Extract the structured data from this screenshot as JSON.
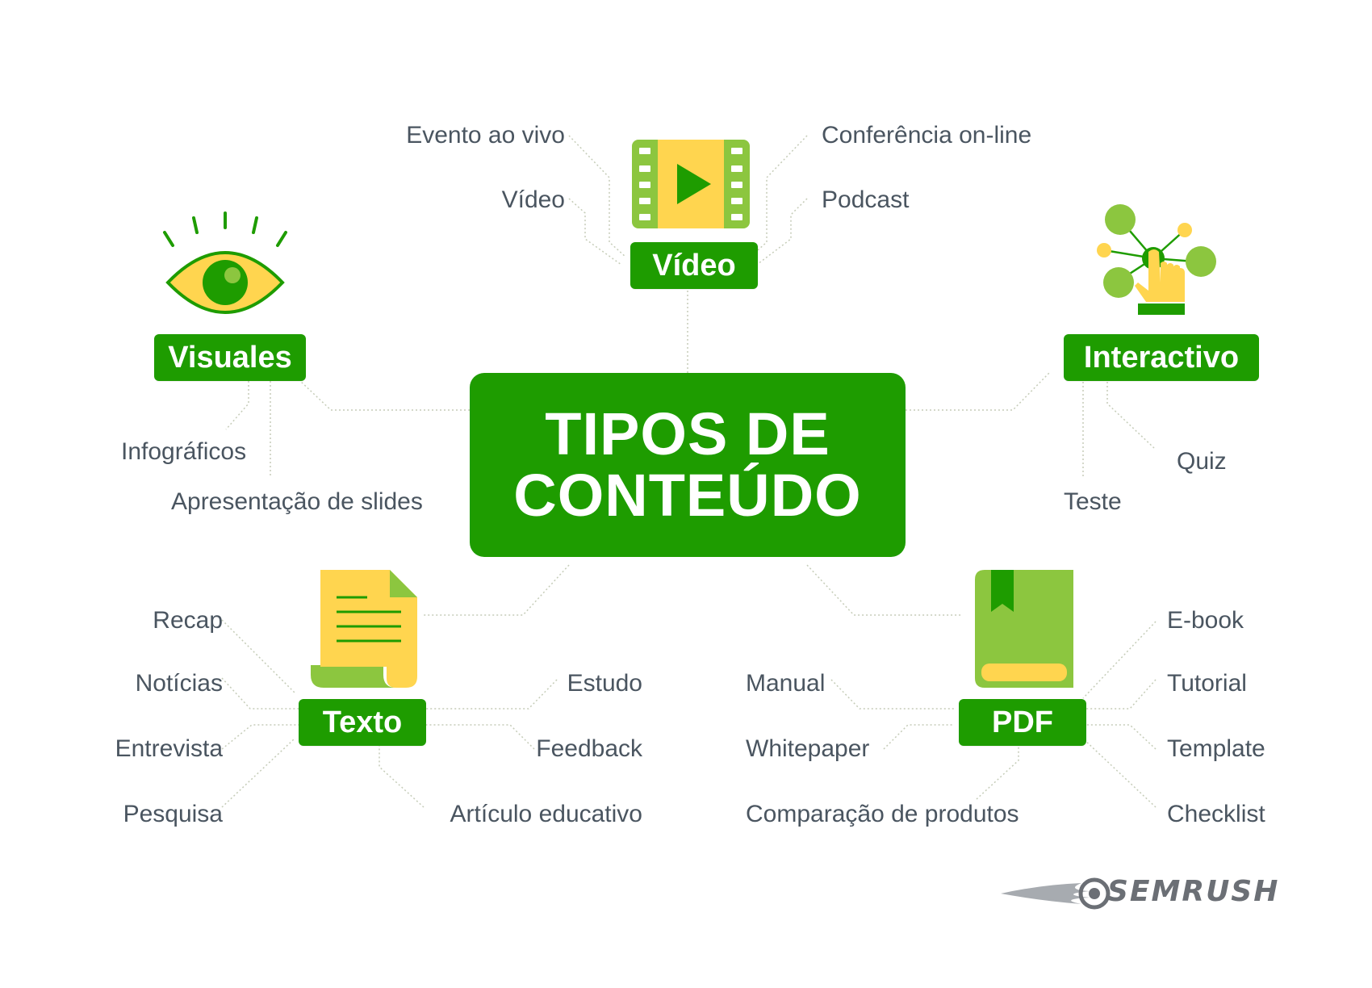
{
  "center": {
    "line1": "TIPOS DE",
    "line2": "CONTEÚDO"
  },
  "categories": {
    "video": {
      "label": "Vídeo",
      "items": [
        "Evento ao vivo",
        "Vídeo",
        "Conferência on-line",
        "Podcast"
      ],
      "icon": "film-play-icon"
    },
    "visuales": {
      "label": "Visuales",
      "items": [
        "Infográficos",
        "Apresentação de slides"
      ],
      "icon": "eye-icon"
    },
    "interactivo": {
      "label": "Interactivo",
      "items": [
        "Quiz",
        "Teste"
      ],
      "icon": "touch-network-icon"
    },
    "texto": {
      "label": "Texto",
      "items": [
        "Recap",
        "Notícias",
        "Entrevista",
        "Pesquisa",
        "Estudo",
        "Feedback",
        "Artículo educativo"
      ],
      "icon": "document-icon"
    },
    "pdf": {
      "label": "PDF",
      "items": [
        "Manual",
        "Whitepaper",
        "Comparação de produtos",
        "E-book",
        "Tutorial",
        "Template",
        "Checklist"
      ],
      "icon": "book-icon"
    }
  },
  "logo": {
    "text": "SEMRUSH",
    "icon": "comet-logo-icon"
  },
  "colors": {
    "primary_green": "#1e9c00",
    "light_green": "#8cc63f",
    "yellow": "#ffd54f",
    "text_gray": "#4a5560",
    "connector": "#c8d0b8"
  }
}
